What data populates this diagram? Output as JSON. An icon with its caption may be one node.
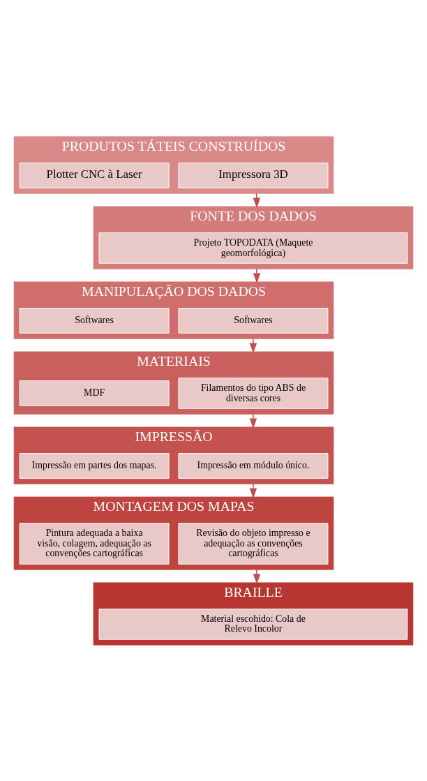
{
  "diagram": {
    "nodes": [
      {
        "text": [
          "PRODUTOS TÁTEIS CONSTRUÍDOS"
        ]
      },
      {
        "text": [
          "Plotter CNC à Laser"
        ],
        "in": 0
      },
      {
        "text": [
          "Impressora 3D"
        ],
        "in": 0
      },
      {
        "text": [
          "FONTE DOS DADOS"
        ]
      },
      {
        "text": [
          "Projeto TOPODATA (Maquete geomorfológica)"
        ],
        "in": 3
      },
      {
        "text": [
          "MANIPULAÇÃO DOS DADOS"
        ]
      },
      {
        "text": [
          "Softwares"
        ],
        "in": 5
      },
      {
        "text": [
          "Softwares"
        ],
        "in": 5
      },
      {
        "text": [
          "MATERIAIS"
        ]
      },
      {
        "text": [
          "MDF"
        ],
        "in": 8
      },
      {
        "text": [
          "Filamentos do tipo ABS de diversas cores"
        ],
        "in": 8
      },
      {
        "text": [
          "IMPRESSÃO"
        ]
      },
      {
        "text": [
          "Impressão em partes dos mapas."
        ],
        "in": 11
      },
      {
        "text": [
          "Impressão em módulo único."
        ],
        "in": 11
      },
      {
        "text": [
          "MONTAGEM DOS MAPAS"
        ]
      },
      {
        "text": [
          "Pintura adequada a baixa visão, colagem, adequação as convenções cartográficas"
        ],
        "in": 14
      },
      {
        "text": [
          "Revisão do objeto impresso e adequação as convenções cartográficas"
        ],
        "in": 14
      },
      {
        "text": [
          "BRAILLE"
        ]
      },
      {
        "text": [
          "Material escohido: Cola de Relevo Incolor"
        ],
        "in": 17
      }
    ],
    "edges": [
      {
        "from": 0,
        "to": 3,
        "arrow": "to"
      },
      {
        "from": 3,
        "to": 5,
        "arrow": "to"
      },
      {
        "from": 5,
        "to": 8,
        "arrow": "to"
      },
      {
        "from": 8,
        "to": 11,
        "arrow": "to"
      },
      {
        "from": 11,
        "to": 14,
        "arrow": "to"
      },
      {
        "from": 14,
        "to": 17,
        "arrow": "to"
      }
    ]
  }
}
